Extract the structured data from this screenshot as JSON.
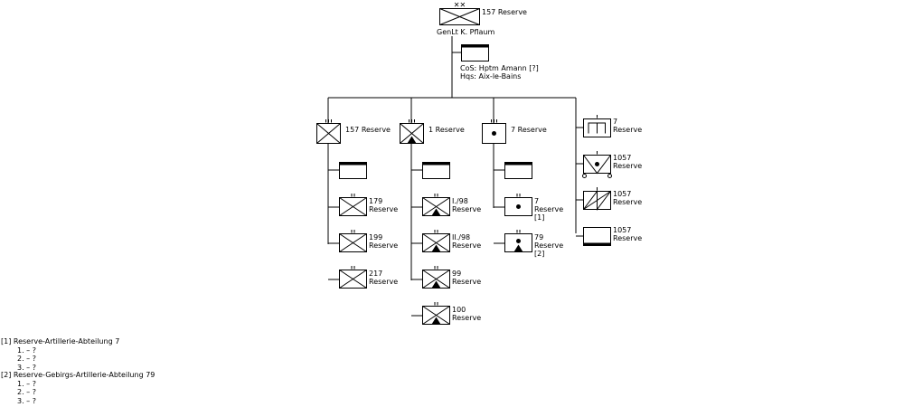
{
  "division": {
    "name": "157 Reserve",
    "commander": "GenLt  K. Pflaum",
    "size": "xx"
  },
  "staff": {
    "cos": "CoS:  Hptm  Amann [?]",
    "hqs": "Hqs:   Aix-le-Bains"
  },
  "regiments": [
    {
      "name": "157 Reserve",
      "size": "III",
      "symbol": "infantry",
      "battalions": [
        {
          "l1": "179",
          "l2": "Reserve",
          "size": "II",
          "symbol": "infantry"
        },
        {
          "l1": "199",
          "l2": "Reserve",
          "size": "II",
          "symbol": "infantry"
        },
        {
          "l1": "217",
          "l2": "Reserve",
          "size": "II",
          "symbol": "infantry"
        }
      ]
    },
    {
      "name": "1 Reserve",
      "size": "III",
      "symbol": "mountain-infantry",
      "battalions": [
        {
          "l1": "I./98",
          "l2": "Reserve",
          "size": "II",
          "symbol": "mountain-infantry"
        },
        {
          "l1": "II./98",
          "l2": "Reserve",
          "size": "II",
          "symbol": "mountain-infantry"
        },
        {
          "l1": "99",
          "l2": "Reserve",
          "size": "II",
          "symbol": "mountain-infantry"
        },
        {
          "l1": "100",
          "l2": "Reserve",
          "size": "II",
          "symbol": "mountain-infantry"
        }
      ]
    },
    {
      "name": "7 Reserve",
      "size": "III",
      "symbol": "artillery",
      "battalions": [
        {
          "l1": "7",
          "l2": "Reserve",
          "l3": "[1]",
          "size": "II",
          "symbol": "artillery"
        },
        {
          "l1": "79",
          "l2": "Reserve",
          "l3": "[2]",
          "size": "II",
          "symbol": "mountain-artillery"
        }
      ]
    }
  ],
  "support": [
    {
      "l1": "7",
      "l2": "Reserve",
      "size": "I",
      "symbol": "engineer"
    },
    {
      "l1": "1057",
      "l2": "Reserve",
      "size": "I",
      "symbol": "anti-tank"
    },
    {
      "l1": "1057",
      "l2": "Reserve",
      "size": "I",
      "symbol": "signals"
    },
    {
      "l1": "1057",
      "l2": "Reserve",
      "size": "",
      "symbol": "supply"
    }
  ],
  "footnotes": [
    {
      "title": "[1] Reserve-Artillerie-Abteilung 7",
      "items": [
        "1. –   ?",
        "2. –   ?",
        "3. –   ?"
      ]
    },
    {
      "title": "[2] Reserve-Gebirgs-Artillerie-Abteilung 79",
      "items": [
        "1. –   ?",
        "2. –   ?",
        "3. –   ?"
      ]
    }
  ]
}
